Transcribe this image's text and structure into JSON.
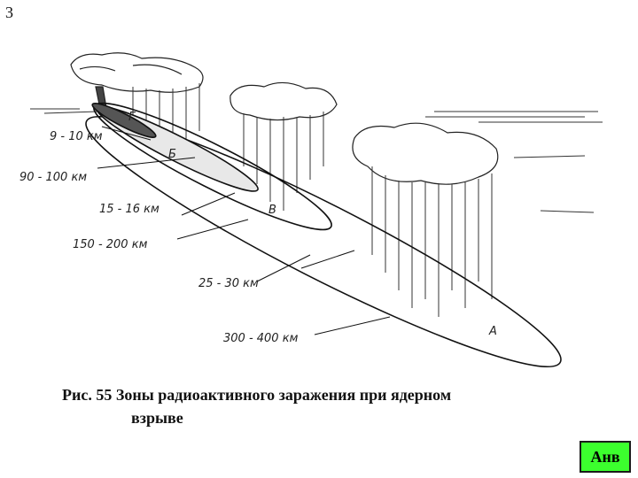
{
  "slide": {
    "number": "3"
  },
  "figure": {
    "labels": {
      "d1": "9 - 10 км",
      "d2": "90 - 100 км",
      "d3": "15 - 16 км",
      "d4": "150 - 200 км",
      "d5": "25 - 30 км",
      "d6": "300 - 400 км"
    },
    "zones": {
      "a": "А",
      "b": "Б",
      "v": "В",
      "g": "Г"
    }
  },
  "caption": {
    "line1": "Рис. 55 Зоны радиоактивного заражения при ядерном",
    "line2": "взрыве"
  },
  "nav": {
    "button_label": "Анв",
    "button_color": "#3cff2e"
  }
}
